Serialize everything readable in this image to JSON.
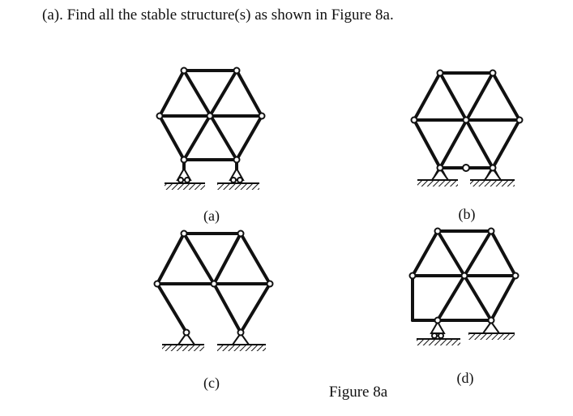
{
  "question": "(a). Find all the stable structure(s) as shown in Figure 8a.",
  "figures": {
    "a": {
      "label": "(a)"
    },
    "b": {
      "label": "(b)"
    },
    "c": {
      "label": "(c)"
    },
    "d": {
      "label": "(d)"
    }
  },
  "caption": "Figure 8a"
}
